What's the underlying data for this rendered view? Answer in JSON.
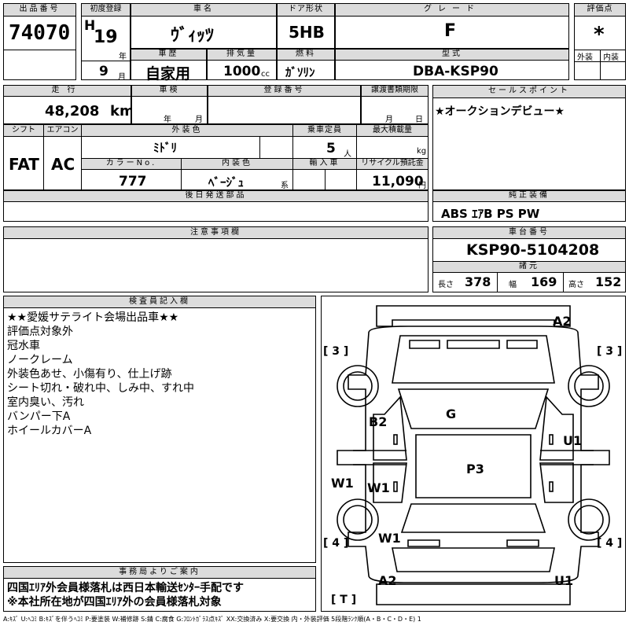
{
  "lot": {
    "label": "出品番号",
    "value": "74070"
  },
  "first_reg": {
    "label": "初度登録",
    "era": "H",
    "year": "19",
    "year_unit": "年",
    "month": "9",
    "month_unit": "月"
  },
  "car_name": {
    "label": "車名",
    "value": "ｳﾞｨｯﾂ"
  },
  "door": {
    "label": "ドア形状",
    "value": "5HB"
  },
  "grade": {
    "label": "グレード",
    "value": "F"
  },
  "score": {
    "label": "評価点",
    "value": "*",
    "ext_label": "外装",
    "int_label": "内装"
  },
  "history": {
    "label": "車歴",
    "value": "自家用"
  },
  "displacement": {
    "label": "排気量",
    "value": "1000",
    "unit": "cc"
  },
  "fuel": {
    "label": "燃料",
    "value": "ｶﾞｿﾘﾝ"
  },
  "model_type": {
    "label": "型式",
    "value": "DBA-KSP90"
  },
  "mileage": {
    "label": "走行",
    "value": "48,208",
    "unit": "km"
  },
  "inspection": {
    "label": "車検",
    "year_unit": "年",
    "month_unit": "月"
  },
  "reg_no": {
    "label": "登録番号"
  },
  "transfer": {
    "label": "譲渡書類期限",
    "month_unit": "月",
    "day_unit": "日"
  },
  "shift": {
    "label": "シフト",
    "value": "FAT"
  },
  "aircon": {
    "label": "エアコン",
    "value": "AC"
  },
  "ext_color": {
    "label": "外装色",
    "value": "ﾐﾄﾞﾘ"
  },
  "capacity": {
    "label": "乗車定員",
    "value": "5",
    "unit": "人"
  },
  "max_load": {
    "label": "最大積載量",
    "unit": "kg"
  },
  "color_no": {
    "label": "カラーNo.",
    "value": "777"
  },
  "int_color": {
    "label": "内装色",
    "value": "ﾍﾞｰｼﾞｭ",
    "suffix": "系"
  },
  "import": {
    "label": "輸入車"
  },
  "recycle": {
    "label": "リサイクル預託金",
    "value": "11,090",
    "unit": "円"
  },
  "later_parts": {
    "label": "後日発送部品"
  },
  "sales_point": {
    "label": "セールスポイント",
    "value": "★オークションデビュー★"
  },
  "equipment": {
    "label": "純正装備",
    "value": "ABS ｴｱB PS PW"
  },
  "cautions": {
    "label": "注意事項欄"
  },
  "chassis": {
    "label": "車台番号",
    "value": "KSP90-5104208"
  },
  "specs": {
    "label": "諸元",
    "length_label": "長さ",
    "length": "378",
    "width_label": "幅",
    "width": "169",
    "height_label": "高さ",
    "height": "152"
  },
  "inspector": {
    "label": "検査員記入欄",
    "lines": [
      "★★愛媛サテライト会場出品車★★",
      "評価点対象外",
      "冠水車",
      "ノークレーム",
      "外装色あせ、小傷有り、仕上げ跡",
      "シート切れ・破れ中、しみ中、すれ中",
      "室内臭い、汚れ",
      "バンパー下A",
      "ホイールカバーA"
    ]
  },
  "office": {
    "label": "事務局よりご案内",
    "lines": [
      "四国ｴﾘｱ外会員様落札は西日本輸送ｾﾝﾀｰ手配です",
      "※本社所在地が四国ｴﾘｱ外の会員様落札対象"
    ]
  },
  "diagram": {
    "tire_fl": "[ 3 ]",
    "tire_fr": "[ 3 ]",
    "tire_rl": "[ 4 ]",
    "tire_rr": "[ 4 ]",
    "spare": "[ T ]",
    "marks": {
      "front_bumper": "A2",
      "windshield": "G",
      "left_front_door": "B2",
      "right_front_door": "U1",
      "roof": "P3",
      "left_rocker": "W1",
      "left_rear_door": "W1",
      "left_rear_quarter": "W1",
      "rear_bumper_left": "A2",
      "rear_bumper_right": "U1"
    }
  },
  "legend": "A:ｷｽﾞ U:ﾍｺﾐ B:ｷｽﾞを伴うﾍｺﾐ P:要塗装 W:補修跡 S:錆 C:腐食 G:ﾌﾛﾝﾄｶﾞﾗｽ点ｷｽﾞ XX:交換済み X:要交換 内・外装評価 5段階ﾗﾝｸ順(A・B・C・D・E) 1"
}
